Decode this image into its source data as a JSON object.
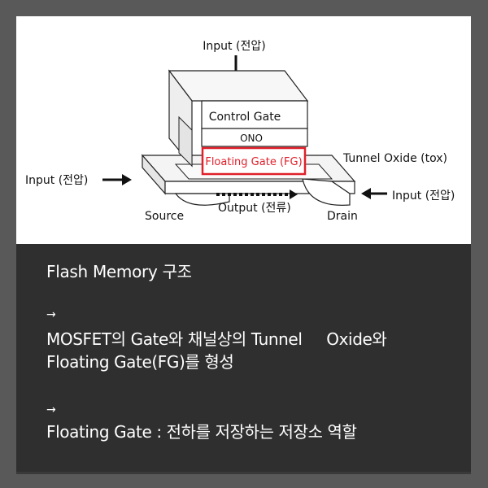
{
  "diagram": {
    "labels": {
      "input_top": "Input (전압)",
      "control_gate": "Control Gate",
      "ono": "ONO",
      "floating_gate": "Floating Gate (FG)",
      "tunnel_oxide": "Tunnel Oxide (tox)",
      "input_left": "Input (전압)",
      "input_right": "Input (전압)",
      "source": "Source",
      "output": "Output (전류)",
      "drain": "Drain"
    },
    "colors": {
      "floating_gate_outline": "#e0202a",
      "layer_stroke": "#222222"
    }
  },
  "caption": {
    "title": "Flash Memory 구조",
    "bullet_arrow": "→",
    "point1_line1": "MOSFET의 Gate와 채널상의 Tunnel     Oxide와",
    "point1_line2": "Floating Gate(FG)를 형성",
    "point2_line1": "Floating Gate : 전하를 저장하는 저장소 역할"
  }
}
